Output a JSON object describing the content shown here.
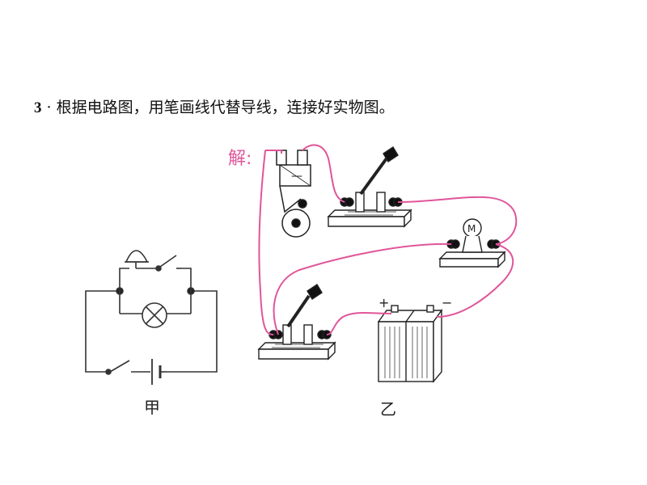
{
  "question": {
    "number": "3",
    "separator": "·",
    "text": "根据电路图，用笔画线代替导线，连接好实物图。"
  },
  "answer_label": "解:",
  "figures": {
    "schematic_caption": "甲",
    "physical_caption": "乙"
  },
  "bell_sign": "—",
  "motor_letter": "M",
  "battery": {
    "plus": "+",
    "minus": "−"
  },
  "colors": {
    "wire": "#e0559a",
    "ink": "#222222",
    "base": "#ffffff"
  }
}
